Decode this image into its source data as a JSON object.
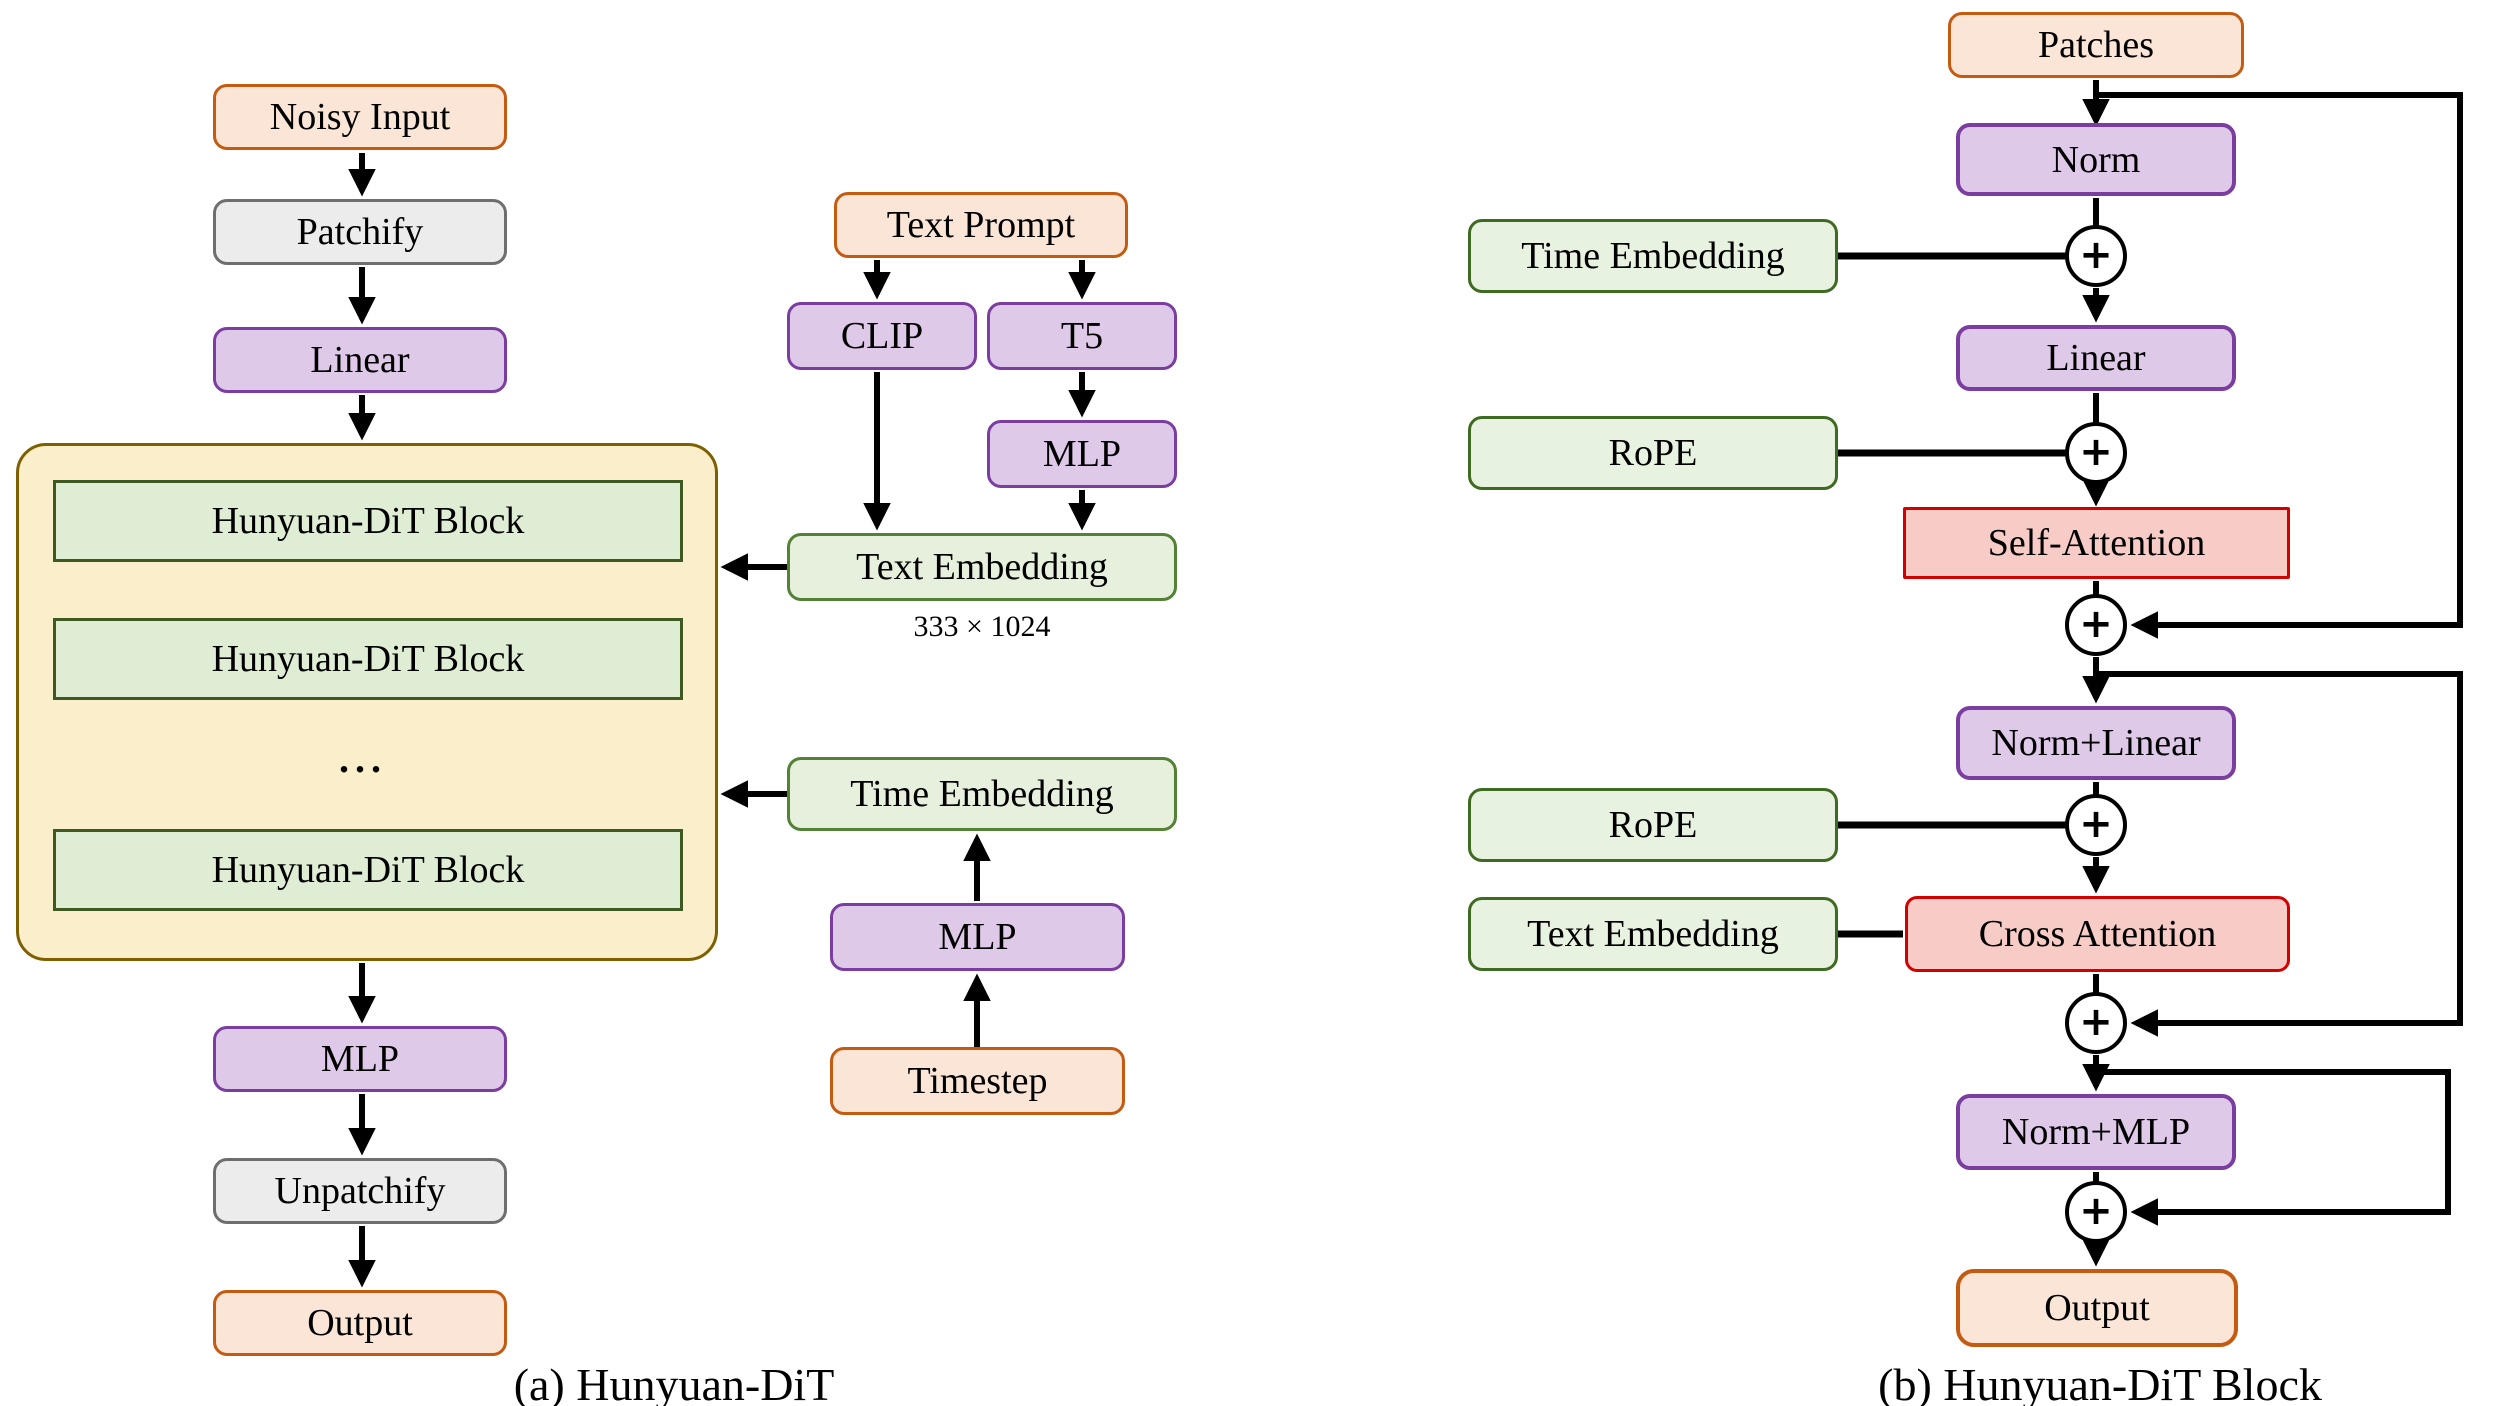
{
  "figure": {
    "caption_a": "(a) Hunyuan-DiT",
    "caption_b": "(b) Hunyuan-DiT Block"
  },
  "symbols": {
    "plus": "+",
    "ellipsis": "..."
  },
  "colors": {
    "orange-fill": "#FBE5D6",
    "orange-border": "#C55A11",
    "gray-fill": "#ECECEC",
    "gray-border": "#6E6E6E",
    "purple-fill": "#DFC9E9",
    "purple-border": "#7B3DA0",
    "green-a-fill": "#E6F0DD",
    "green-a-border": "#538135",
    "green-blk-fill": "#DFEDD5",
    "green-blk-border": "#3E5A20",
    "green-b-fill": "#E8F2E0",
    "green-b-border": "#3F6A21",
    "yellow-fill": "#FBEFCB",
    "yellow-border": "#7F6000",
    "red-fill": "#F7CCC7",
    "red-border": "#D40000",
    "line": "#000000"
  },
  "diagram_a": {
    "noisy_input": "Noisy Input",
    "patchify": "Patchify",
    "linear": "Linear",
    "dit_block_1": "Hunyuan-DiT Block",
    "dit_block_2": "Hunyuan-DiT Block",
    "dit_block_3": "Hunyuan-DiT Block",
    "mlp": "MLP",
    "unpatchify": "Unpatchify",
    "output": "Output",
    "text_prompt": "Text Prompt",
    "clip": "CLIP",
    "t5": "T5",
    "mlp_text": "MLP",
    "text_embedding": "Text Embedding",
    "text_embedding_shape": "333 × 1024",
    "time_embedding": "Time Embedding",
    "mlp_time": "MLP",
    "timestep": "Timestep"
  },
  "diagram_b": {
    "patches": "Patches",
    "norm": "Norm",
    "time_embedding": "Time Embedding",
    "linear": "Linear",
    "rope_1": "RoPE",
    "self_attention": "Self-Attention",
    "norm_linear": "Norm+Linear",
    "rope_2": "RoPE",
    "text_embedding": "Text Embedding",
    "cross_attention": "Cross Attention",
    "norm_mlp": "Norm+MLP",
    "output": "Output"
  }
}
